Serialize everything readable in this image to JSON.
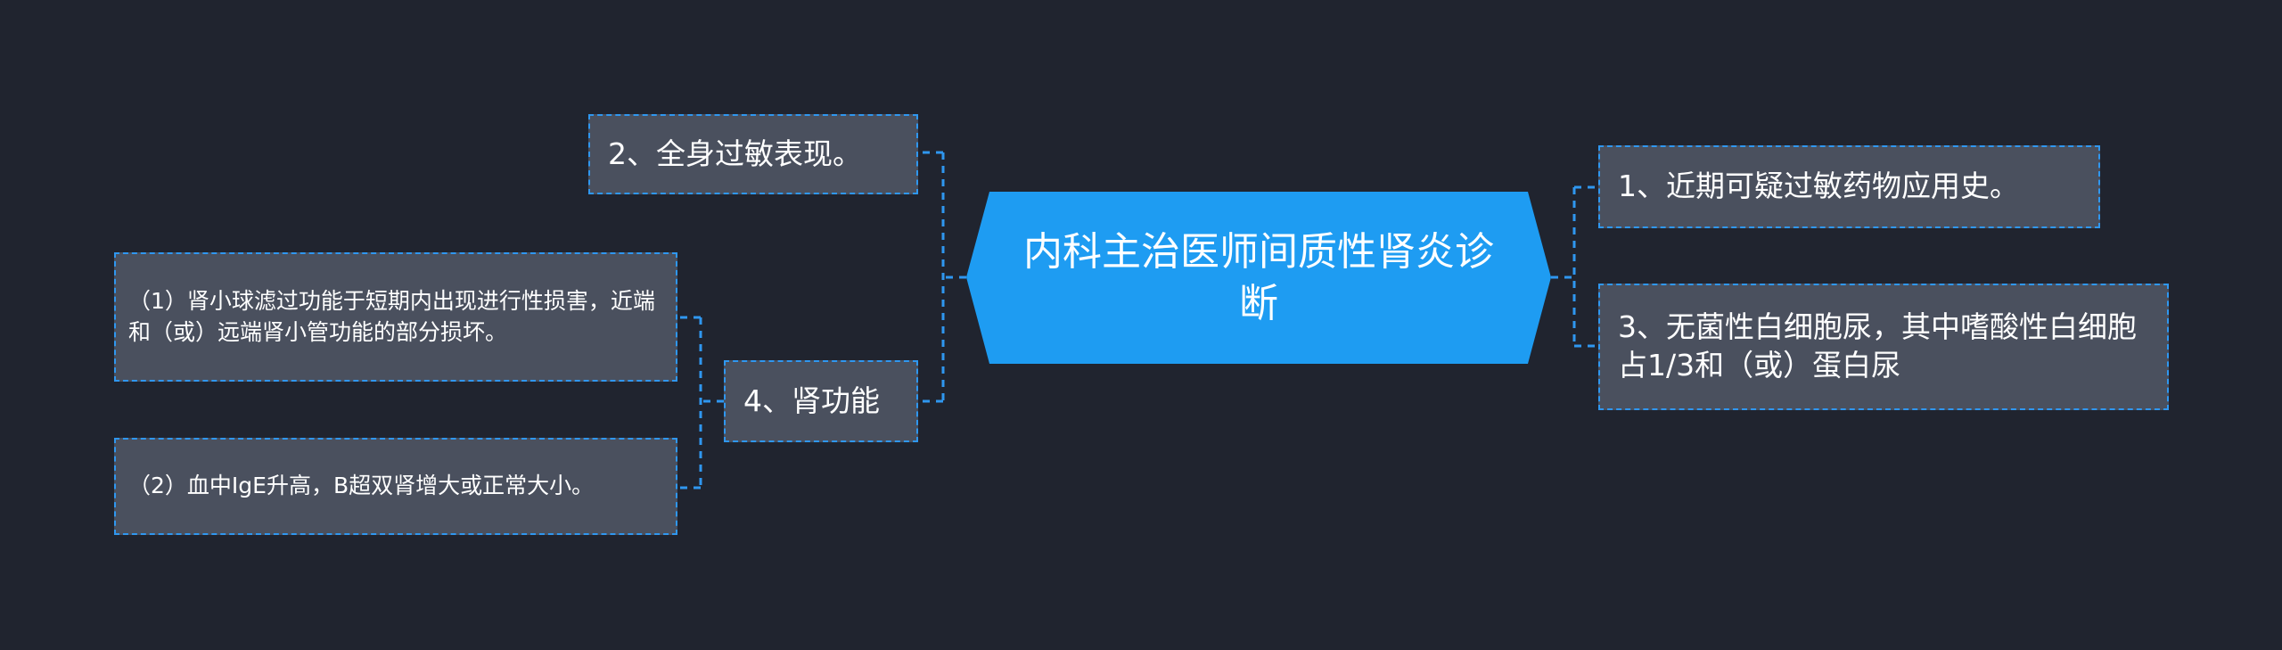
{
  "center": {
    "title": "内科主治医师间质性肾炎诊断"
  },
  "right": [
    {
      "text": "1、近期可疑过敏药物应用史。"
    },
    {
      "text": "3、无菌性白细胞尿，其中嗜酸性白细胞占1/3和（或）蛋白尿"
    }
  ],
  "left": [
    {
      "text": "2、全身过敏表现。"
    },
    {
      "text": "4、肾功能",
      "children": [
        {
          "text": "（1）肾小球滤过功能于短期内出现进行性损害，近端和（或）远端肾小管功能的部分损坏。"
        },
        {
          "text": "（2）血中IgE升高，B超双肾增大或正常大小。"
        }
      ]
    }
  ],
  "colors": {
    "background": "#20242f",
    "center_fill": "#1e9cf2",
    "node_fill": "#4a505e",
    "link": "#2f97f0",
    "text": "#ffffff"
  }
}
